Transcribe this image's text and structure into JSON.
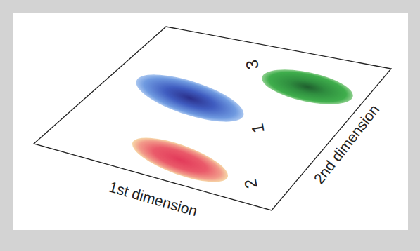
{
  "diagram": {
    "labels": [
      "1st dimension",
      "2nd dimension",
      "3",
      "1",
      "2"
    ]
  }
}
